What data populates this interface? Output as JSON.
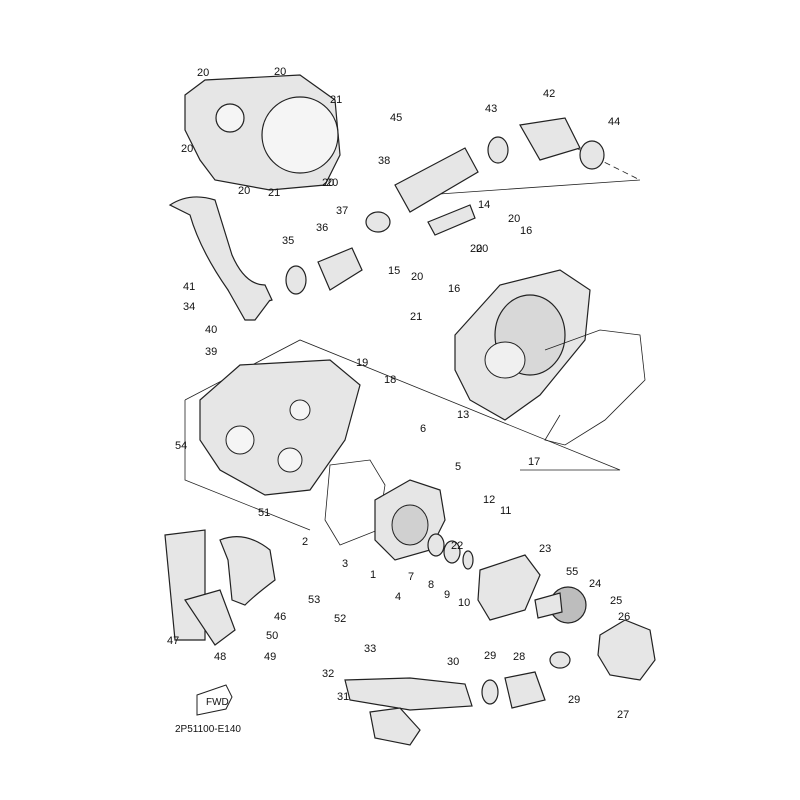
{
  "diagram": {
    "code": "2P51100-E140",
    "fwd_label": "FWD",
    "callouts": [
      "1",
      "2",
      "3",
      "4",
      "5",
      "6",
      "7",
      "8",
      "9",
      "10",
      "11",
      "12",
      "13",
      "14",
      "15",
      "16",
      "16",
      "17",
      "18",
      "19",
      "20",
      "20",
      "20",
      "20",
      "20",
      "20",
      "20",
      "20",
      "20",
      "20",
      "21",
      "21",
      "21",
      "22",
      "23",
      "24",
      "25",
      "26",
      "27",
      "28",
      "29",
      "29",
      "30",
      "31",
      "32",
      "33",
      "34",
      "35",
      "36",
      "37",
      "38",
      "39",
      "40",
      "41",
      "42",
      "43",
      "44",
      "45",
      "46",
      "47",
      "48",
      "49",
      "50",
      "51",
      "52",
      "53",
      "54",
      "55"
    ]
  }
}
